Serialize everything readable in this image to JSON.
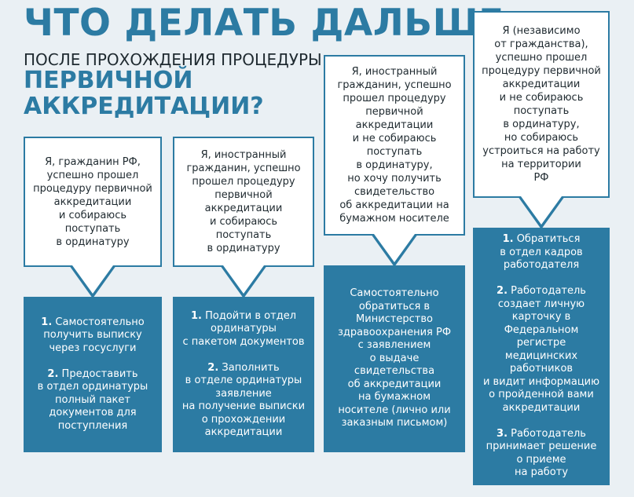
{
  "header": {
    "title": "ЧТО ДЕЛАТЬ ДАЛЬШЕ",
    "subtitle": "ПОСЛЕ ПРОХОЖДЕНИЯ ПРОЦЕДУРЫ",
    "subtitle_emphasis": "ПЕРВИЧНОЙ АККРЕДИТАЦИИ?"
  },
  "colors": {
    "accent": "#2c7ba3",
    "background": "#eaf0f4",
    "text": "#1f2a30"
  },
  "columns": [
    {
      "question": "Я, гражданин РФ,\nуспешно прошел\nпроцедуру первичной\nаккредитации\nи собираюсь\nпоступать\nв ординатуру",
      "steps": [
        {
          "num": "1.",
          "text": "Самостоятельно\nполучить выписку\nчерез госуслуги"
        },
        {
          "num": "2.",
          "text": "Предоставить\nв отдел ординатуры\nполный пакет\nдокументов для\nпоступления"
        }
      ]
    },
    {
      "question": "Я, иностранный\nгражданин, успешно\nпрошел процедуру\nпервичной\nаккредитации\nи собираюсь\nпоступать\nв ординатуру",
      "steps": [
        {
          "num": "1.",
          "text": "Подойти в отдел\nординатуры\nс пакетом документов"
        },
        {
          "num": "2.",
          "text": "Заполнить\nв отделе ординатуры\nзаявление\nна получение выписки\nо прохождении\nаккредитации"
        }
      ]
    },
    {
      "question": "Я, иностранный\nгражданин, успешно\nпрошел процедуру\nпервичной\nаккредитации\nи не собираюсь\nпоступать\nв ординатуру,\nно хочу получить\nсвидетельство\nоб аккредитации на\nбумажном носителе",
      "answer": "Самостоятельно\nобратиться в\nМинистерство\nздравоохранения РФ\nс заявлением\nо выдаче\nсвидетельства\nоб аккредитации\nна бумажном\nносителе (лично или\nзаказным письмом)"
    },
    {
      "question": "Я (независимо\nот гражданства),\nуспешно прошел\nпроцедуру первичной\nаккредитации\nи не собираюсь\nпоступать\nв ординатуру,\nно собираюсь\nустроиться на работу\nна территории\nРФ",
      "steps": [
        {
          "num": "1.",
          "text": "Обратиться\nв отдел кадров\nработодателя"
        },
        {
          "num": "2.",
          "text": "Работодатель\nсоздает личную\nкарточку в\nФедеральном\nрегистре медицинских\nработников\nи видит информацию\nо пройденной вами\nаккредитации"
        },
        {
          "num": "3.",
          "text": "Работодатель\nпринимает решение\nо приеме\nна работу"
        }
      ]
    }
  ]
}
